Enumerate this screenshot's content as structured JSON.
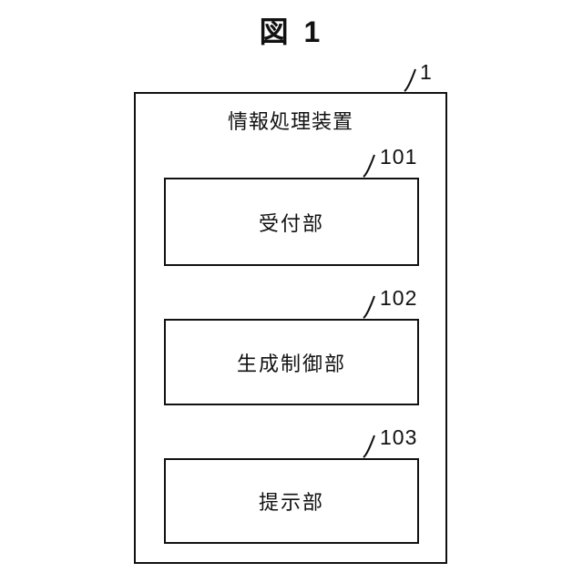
{
  "figure": {
    "title": "図 1",
    "device": {
      "label": "情報処理装置",
      "ref": "1"
    },
    "blocks": [
      {
        "label": "受付部",
        "ref": "101"
      },
      {
        "label": "生成制御部",
        "ref": "102"
      },
      {
        "label": "提示部",
        "ref": "103"
      }
    ]
  }
}
